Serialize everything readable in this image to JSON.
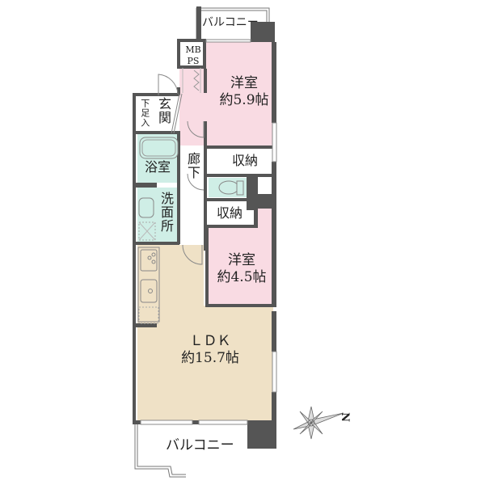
{
  "floor_plan": {
    "colors": {
      "wall": "#555555",
      "western_room": "#f9dbe3",
      "wet_area": "#cfeee6",
      "ldk": "#efe1c6",
      "outdoor": "#ffffff",
      "line": "#777777"
    },
    "rooms": {
      "balcony_top": {
        "label": "バルコニー"
      },
      "mb_ps": {
        "line1": "MB",
        "line2": "PS"
      },
      "western_room_1": {
        "name": "洋室",
        "size": "約5.9帖"
      },
      "entrance": {
        "label": "玄関"
      },
      "shoe_storage": {
        "label": "下足入"
      },
      "bathroom": {
        "label": "浴室"
      },
      "washroom": {
        "label": "洗面所"
      },
      "hallway": {
        "label": "廊下"
      },
      "storage_1": {
        "label": "収納"
      },
      "storage_2": {
        "label": "収納"
      },
      "western_room_2": {
        "name": "洋室",
        "size": "約4.5帖"
      },
      "ldk": {
        "name": "ＬＤＫ",
        "size": "約15.7帖"
      },
      "balcony_bottom": {
        "label": "バルコニー"
      }
    },
    "compass": {
      "north_label": "N"
    }
  }
}
